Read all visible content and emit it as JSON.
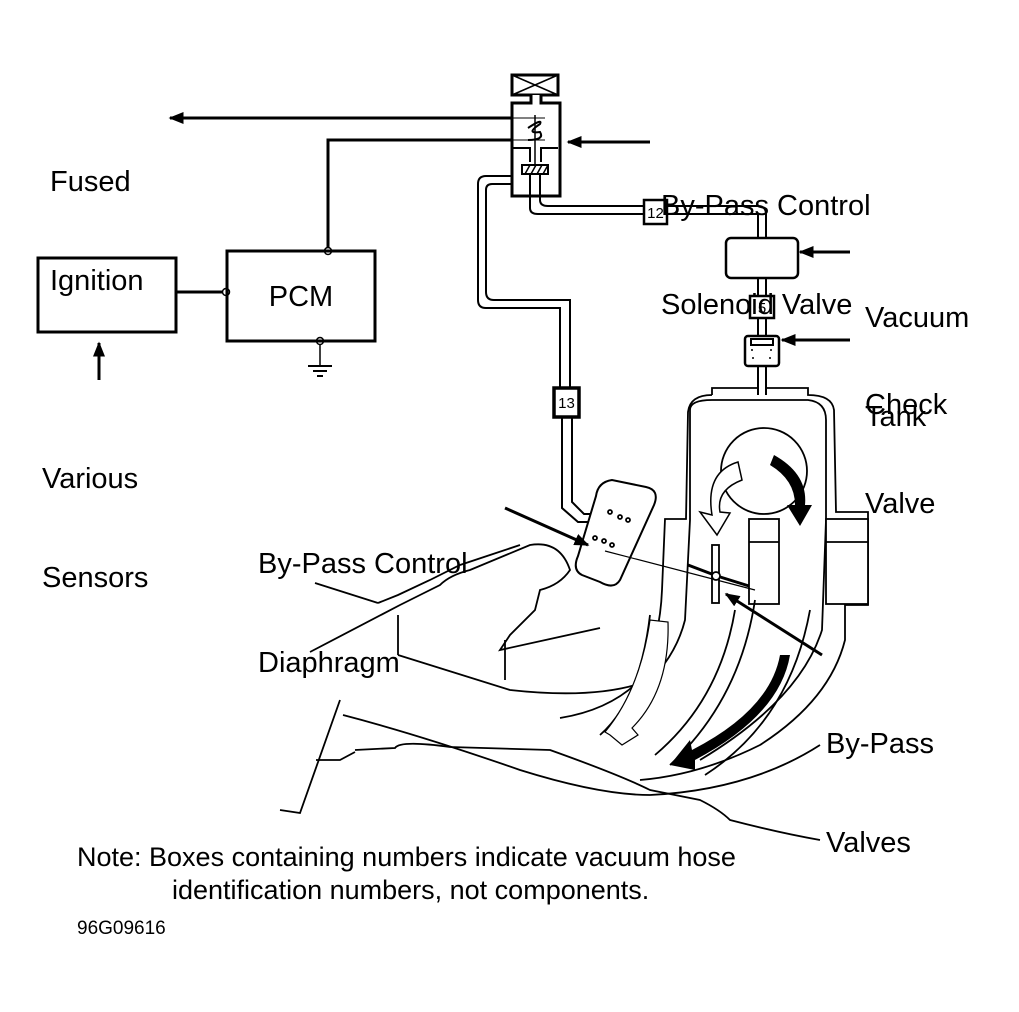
{
  "figure_id": "96G09616",
  "labels": {
    "fused_ignition": [
      "Fused",
      "Ignition"
    ],
    "bypass_solenoid": [
      "By-Pass Control",
      "Solenoid Valve"
    ],
    "vacuum_tank": [
      "Vacuum",
      "Tank"
    ],
    "check_valve": [
      "Check",
      "Valve"
    ],
    "pcm": "PCM",
    "various_sensors": [
      "Various",
      "Sensors"
    ],
    "bypass_diaphragm": [
      "By-Pass Control",
      "Diaphragm"
    ],
    "bypass_valves": [
      "By-Pass",
      "Valves"
    ]
  },
  "hose_numbers": {
    "hose_12": "12",
    "hose_5": "5",
    "hose_13": "13"
  },
  "note": {
    "line1": "Note: Boxes containing numbers indicate vacuum hose",
    "line2": "identification numbers, not components."
  },
  "colors": {
    "line": "#000000",
    "background": "#ffffff"
  }
}
